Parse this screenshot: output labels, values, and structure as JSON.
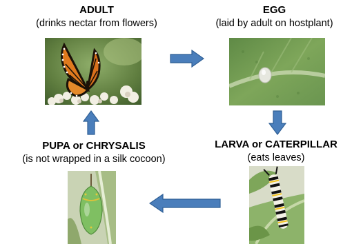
{
  "stages": {
    "adult": {
      "title": "ADULT",
      "subtitle": "(drinks nectar from flowers)"
    },
    "egg": {
      "title": "EGG",
      "subtitle": "(laid by adult on hostplant)"
    },
    "larva": {
      "title": "LARVA or CATERPILLAR",
      "subtitle": "(eats leaves)"
    },
    "pupa": {
      "title": "PUPA or CHRYSALIS",
      "subtitle": "(is not wrapped in a silk cocoon)"
    }
  },
  "colors": {
    "arrow_fill": "#4a7ebb",
    "arrow_stroke": "#2f5f95"
  },
  "icons": {
    "adult": "monarch-butterfly-photo",
    "egg": "egg-on-leaf-photo",
    "larva": "caterpillar-photo",
    "pupa": "chrysalis-photo"
  }
}
